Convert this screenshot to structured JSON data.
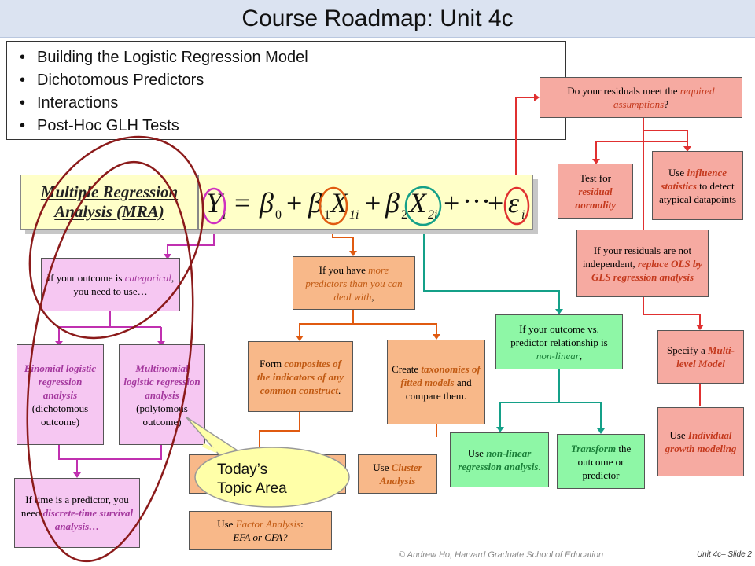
{
  "title": "Course Roadmap: Unit 4c",
  "topics": [
    "Building the Logistic Regression Model",
    "Dichotomous Predictors",
    "Interactions",
    "Post-Hoc GLH Tests"
  ],
  "mra": {
    "label_line1": "Multiple Regression",
    "label_line2": "Analysis (MRA)",
    "eq": {
      "y": "Y",
      "y_sub": "i",
      "eq_sign": "=",
      "b0": "β",
      "b0_sub": "0",
      "plus": "+",
      "b1": "β",
      "b1_sub": "1",
      "x1": "X",
      "x1_sub": "1i",
      "b2": "β",
      "b2_sub": "2",
      "x2": "X",
      "x2_sub": "2i",
      "dots": "···",
      "eps": "ε",
      "eps_sub": "i"
    }
  },
  "boxes": {
    "categorical": [
      "If your outcome is ",
      "categorical",
      ", you need to use…"
    ],
    "binomial": [
      "Binomial logistic regression analysis",
      "(dichotomous outcome)"
    ],
    "multinomial": [
      "Multinomial logistic regression analysis",
      "(polytomous outcome)"
    ],
    "survival": [
      "If time is a predictor, you need ",
      "discrete-time survival analysis…"
    ],
    "more_predictors": [
      "If you have ",
      "more predictors than you can deal with",
      ","
    ],
    "composites": [
      "Form ",
      "composites of the indicators of any common construct",
      "."
    ],
    "taxonomies": [
      "Create ",
      "taxonomies of fitted models",
      " and compare them."
    ],
    "cluster": [
      "Use ",
      "Cluster Analysis"
    ],
    "factor": [
      "Use ",
      "Factor Analysis",
      ": ",
      "EFA or CFA?"
    ],
    "nonlinear_outcome": [
      "If your outcome vs. predictor relationship is ",
      "non-linear",
      ","
    ],
    "nonlinear_reg": [
      "Use ",
      "non-linear regression analysis",
      "."
    ],
    "transform": [
      "Transform",
      " the outcome or predictor"
    ],
    "residuals_q": [
      "Do your residuals meet the ",
      "required assumptions",
      "?"
    ],
    "normality": [
      "Test for ",
      "residual normality"
    ],
    "influence": [
      "Use ",
      "influence statistics",
      " to detect atypical datapoints"
    ],
    "gls": [
      "If your residuals are not independent, ",
      "replace OLS by GLS regression analysis"
    ],
    "multilevel": [
      "Specify a ",
      "Multi-level Model"
    ],
    "growth": [
      "Use ",
      "Individual growth modeling"
    ]
  },
  "callout": {
    "line1": "Today’s",
    "line2": "Topic Area"
  },
  "footer": "© Andrew Ho, Harvard Graduate School of Education",
  "slide_number": "Unit 4c– Slide 2"
}
